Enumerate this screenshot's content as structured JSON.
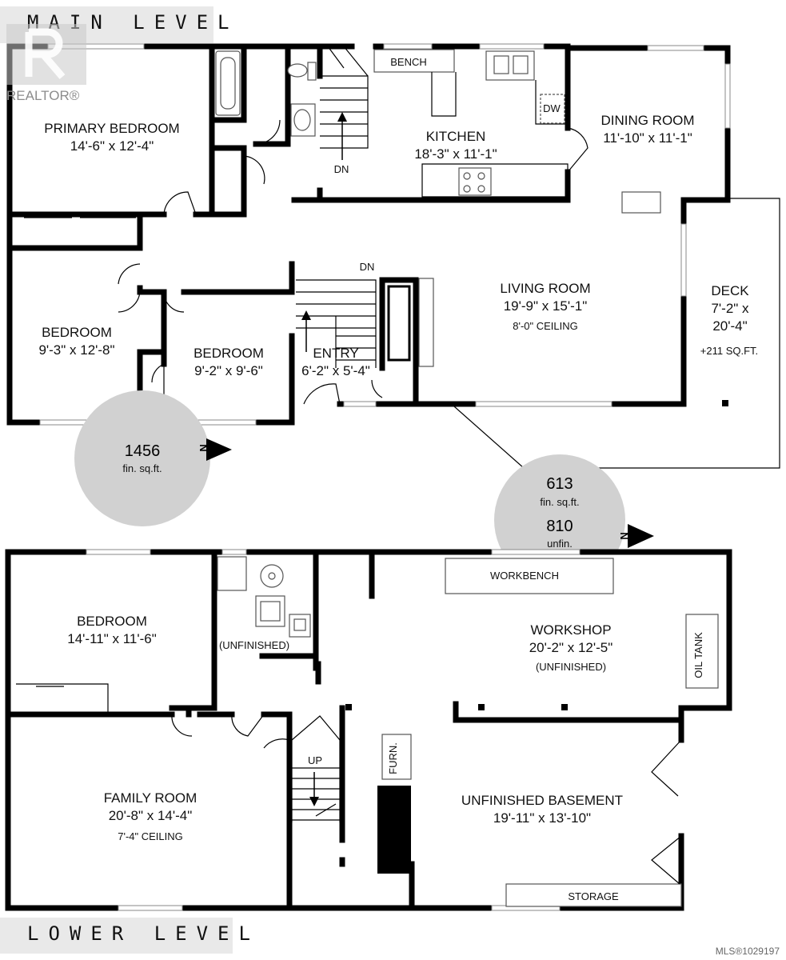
{
  "main_level": {
    "title": "MAIN LEVEL",
    "realtor_logo": "REALTOR®",
    "area": {
      "value": "1456",
      "unit": "fin. sq.ft."
    },
    "north": "N",
    "rooms": [
      {
        "id": "primary-bedroom",
        "name": "PRIMARY BEDROOM",
        "dims": "14'-6\" x 12'-4\""
      },
      {
        "id": "kitchen",
        "name": "KITCHEN",
        "dims": "18'-3\" x 11'-1\""
      },
      {
        "id": "dining-room",
        "name": "DINING ROOM",
        "dims": "11'-10\" x 11'-1\""
      },
      {
        "id": "living-room",
        "name": "LIVING ROOM",
        "dims": "19'-9\" x 15'-1\"",
        "note": "8'-0\" CEILING"
      },
      {
        "id": "deck",
        "name": "DECK",
        "dims": "7'-2\" x",
        "dims2": "20'-4\"",
        "note": "+211 SQ.FT."
      },
      {
        "id": "bedroom-left",
        "name": "BEDROOM",
        "dims": "9'-3\" x 12'-8\""
      },
      {
        "id": "bedroom-mid",
        "name": "BEDROOM",
        "dims": "9'-2\" x 9'-6\""
      },
      {
        "id": "entry",
        "name": "ENTRY",
        "dims": "6'-2\" x 5'-4\""
      }
    ],
    "labels": {
      "bench": "BENCH",
      "dw": "DW",
      "dn1": "DN",
      "dn2": "DN"
    }
  },
  "lower_level": {
    "title": "LOWER LEVEL",
    "area": {
      "fin_value": "613",
      "fin_unit": "fin. sq.ft.",
      "unfin_value": "810",
      "unfin_unit": "unfin."
    },
    "north": "N",
    "rooms": [
      {
        "id": "bedroom-lower",
        "name": "BEDROOM",
        "dims": "14'-11\" x 11'-6\""
      },
      {
        "id": "workshop",
        "name": "WORKSHOP",
        "dims": "20'-2\" x 12'-5\"",
        "note": "(UNFINISHED)"
      },
      {
        "id": "family-room",
        "name": "FAMILY ROOM",
        "dims": "20'-8\" x 14'-4\"",
        "note": "7'-4\" CEILING"
      },
      {
        "id": "unfinished-basement",
        "name": "UNFINISHED BASEMENT",
        "dims": "19'-11\" x 13'-10\""
      }
    ],
    "labels": {
      "unfinished": "(UNFINISHED)",
      "workbench": "WORKBENCH",
      "oil_tank": "OIL TANK",
      "furn": "FURN.",
      "up": "UP",
      "storage": "STORAGE"
    }
  },
  "footer": {
    "mls": "MLS®1029197"
  }
}
